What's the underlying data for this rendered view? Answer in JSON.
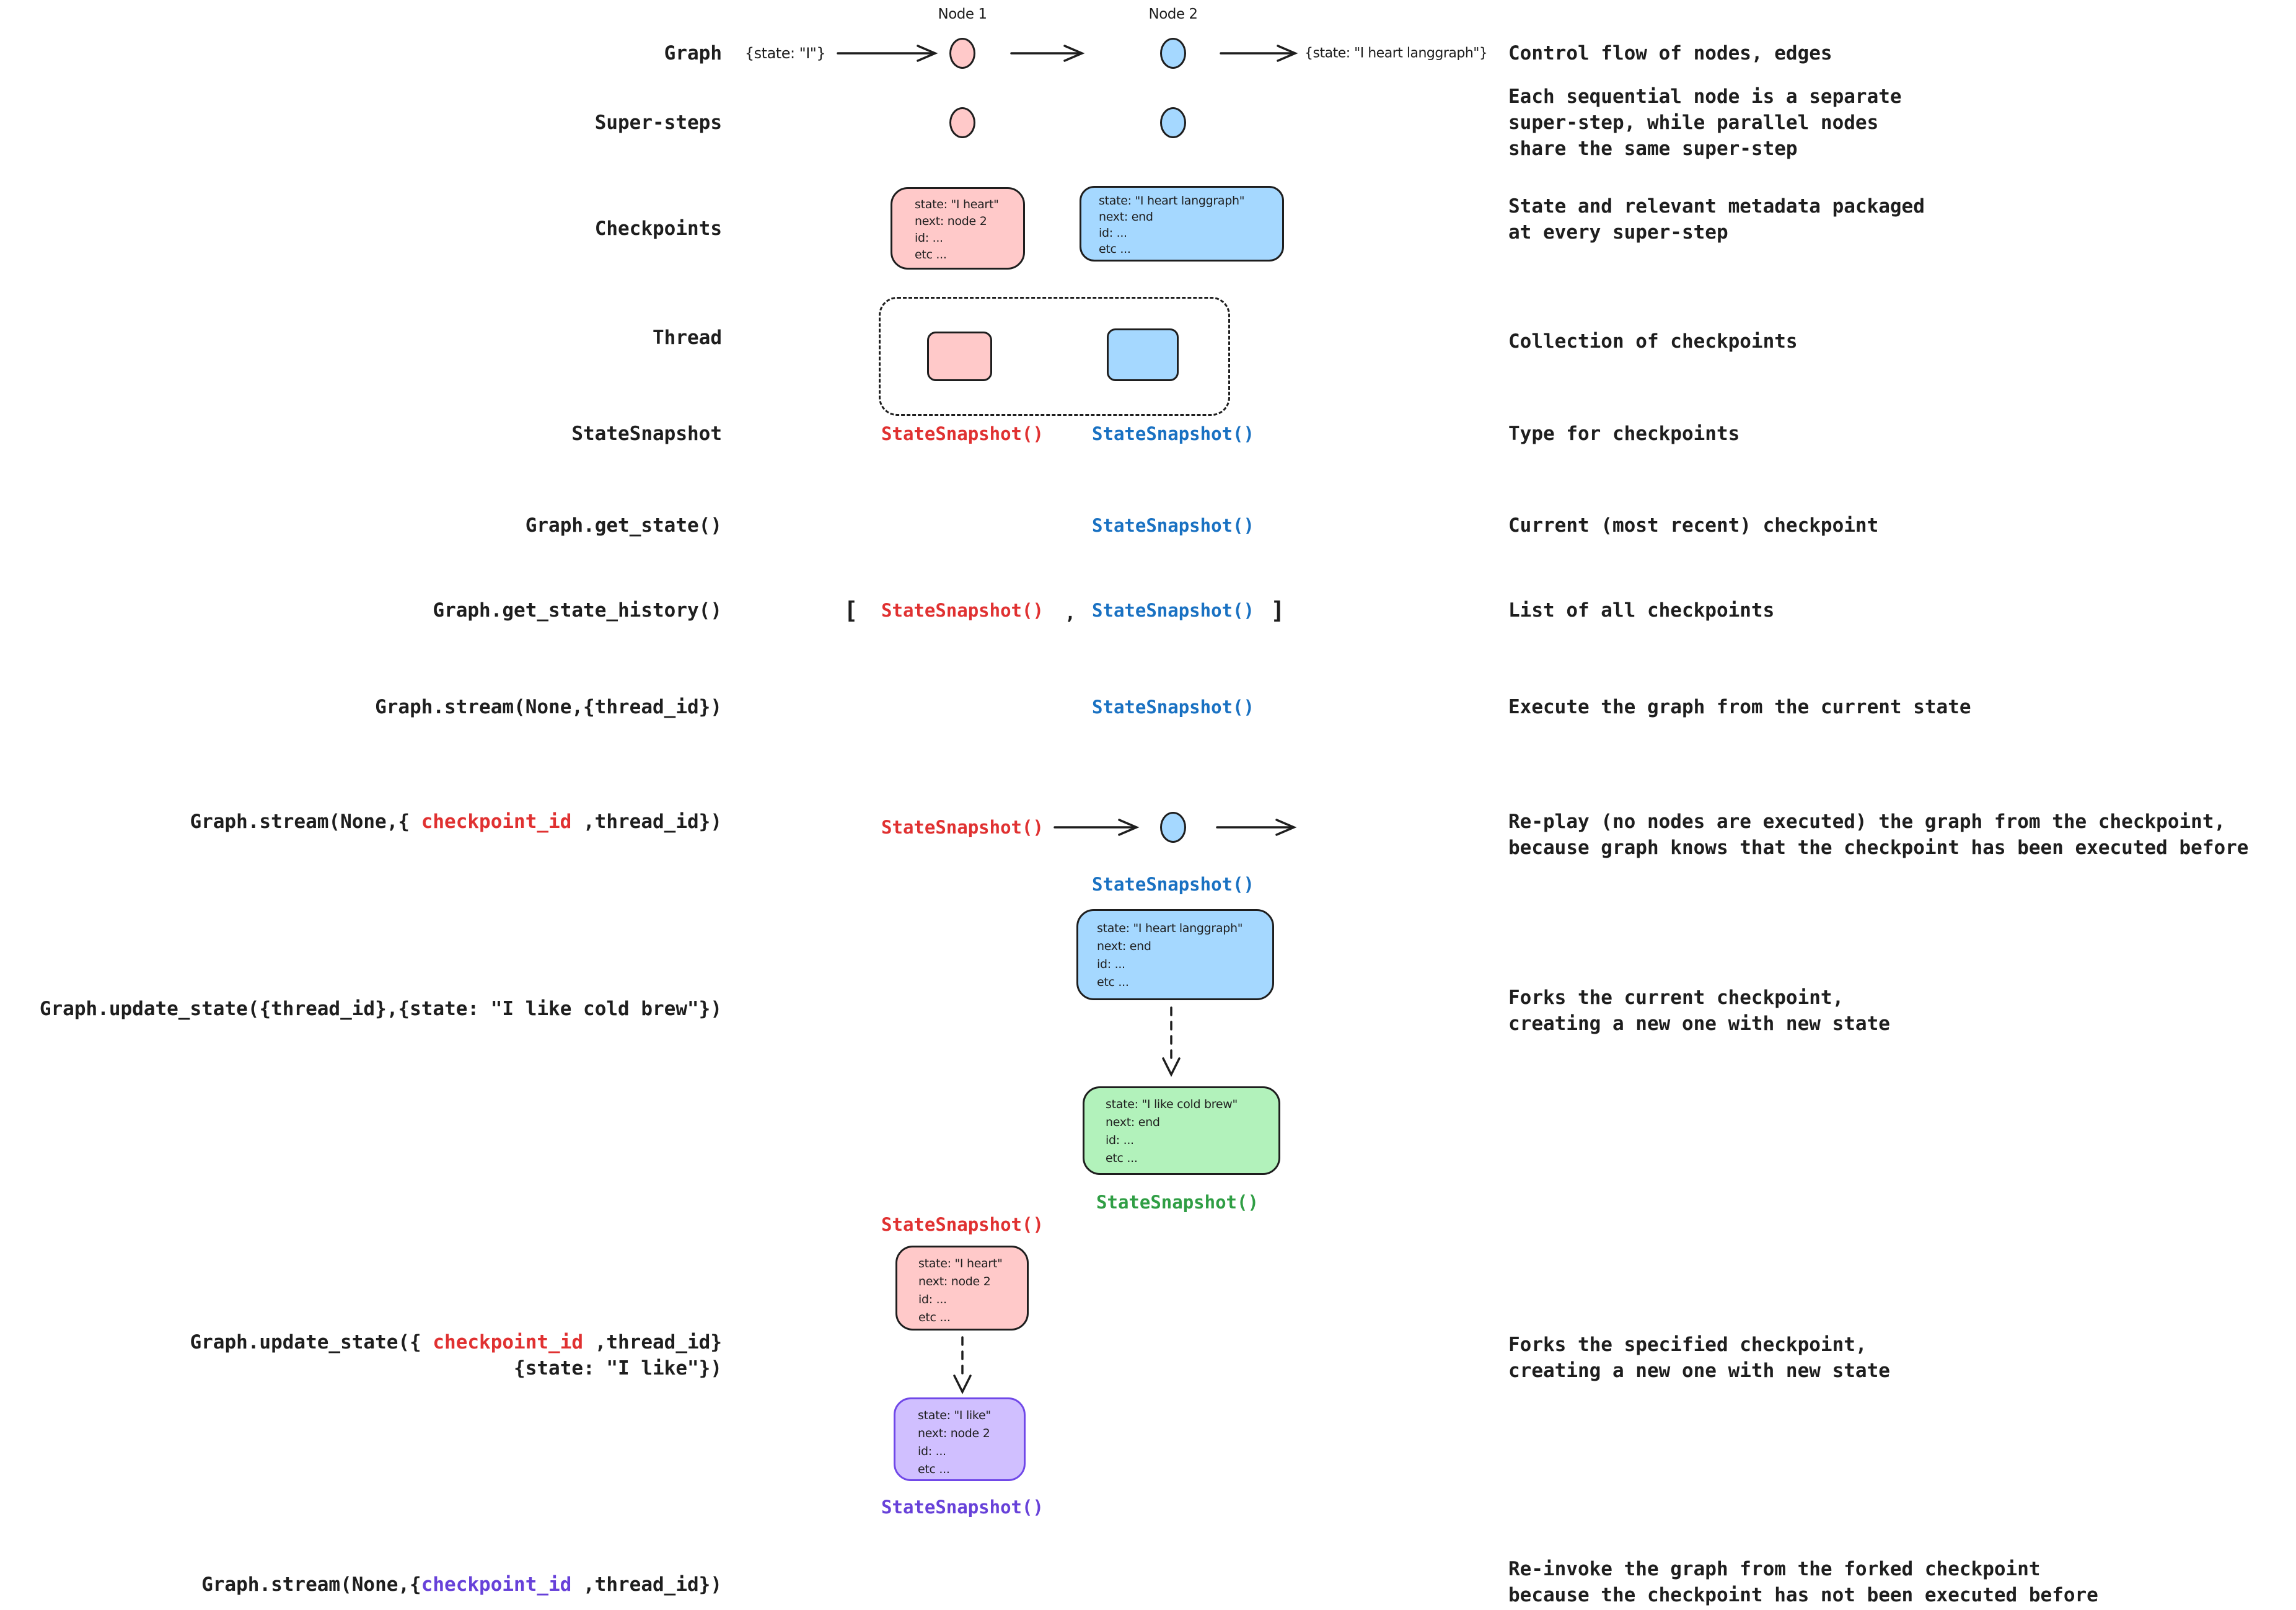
{
  "colors": {
    "ink": "#1e1e1e",
    "red": "#e03131",
    "blue": "#1971c2",
    "green": "#2f9e44",
    "purple": "#6741d9",
    "purple_border": "#7048e8",
    "pink_fill": "#ffc9c9",
    "blue_fill": "#a5d8ff",
    "green_fill": "#b2f2bb",
    "purple_fill": "#d0bfff"
  },
  "snapshot_text": "StateSnapshot()",
  "graph_row": {
    "label": "Graph",
    "node1_label": "Node 1",
    "node2_label": "Node 2",
    "input_state": "{state: \"I\"}",
    "output_state": "{state: \"I heart langgraph\"}",
    "description": "Control flow of nodes, edges"
  },
  "super_steps_row": {
    "label": "Super-steps",
    "description_lines": [
      "Each sequential node is a separate",
      "super-step, while parallel nodes",
      "share the same super-step"
    ]
  },
  "checkpoints_row": {
    "label": "Checkpoints",
    "pink_box_lines": [
      "state: \"I heart\"",
      "next: node 2",
      "id: ...",
      "etc ..."
    ],
    "blue_box_lines": [
      "state: \"I heart langgraph\"",
      "next: end",
      "id: ...",
      "etc ..."
    ],
    "description_lines": [
      "State and relevant metadata packaged",
      "at every super-step"
    ]
  },
  "thread_row": {
    "label": "Thread",
    "description": "Collection of checkpoints"
  },
  "state_snapshot_row": {
    "label": "StateSnapshot",
    "description": "Type for checkpoints"
  },
  "get_state_row": {
    "label": "Graph.get_state()",
    "description": "Current (most recent) checkpoint"
  },
  "get_state_history_row": {
    "label": "Graph.get_state_history()",
    "bracket_open": "[",
    "comma": ",",
    "bracket_close": "]",
    "description": "List of all checkpoints"
  },
  "stream_row": {
    "label": "Graph.stream(None,{thread_id})",
    "description": "Execute the graph from the current state"
  },
  "replay_row": {
    "label_parts": [
      "Graph.stream(None,{ ",
      "checkpoint_id",
      " ,thread_id})"
    ],
    "description_lines": [
      "Re-play (no nodes are executed) the graph from the checkpoint,",
      "because graph knows that the checkpoint has been executed before"
    ]
  },
  "fork_current_row": {
    "label": "Graph.update_state({thread_id},{state: \"I like cold brew\"})",
    "blue_box_lines": [
      "state: \"I heart langgraph\"",
      "next: end",
      "id: ...",
      "etc ..."
    ],
    "green_box_lines": [
      "state: \"I like cold brew\"",
      "next: end",
      "id: ...",
      "etc ..."
    ],
    "description_lines": [
      "Forks the current checkpoint,",
      "creating a new one with new state"
    ]
  },
  "fork_specified_row": {
    "label_line1_parts": [
      "Graph.update_state({ ",
      "checkpoint_id",
      " ,thread_id}"
    ],
    "label_line2": "{state: \"I like\"})",
    "pink_box_lines": [
      "state: \"I heart\"",
      "next: node 2",
      "id: ...",
      "etc ..."
    ],
    "purple_box_lines": [
      "state: \"I like\"",
      "next: node 2",
      "id: ...",
      "etc ..."
    ],
    "description_lines": [
      "Forks the specified checkpoint,",
      "creating a new one with new state"
    ]
  },
  "reinvoke_row": {
    "label_parts": [
      "Graph.stream(None,{",
      "checkpoint_id",
      "  ,thread_id})"
    ],
    "description_lines": [
      "Re-invoke the graph from the forked checkpoint",
      "because the checkpoint has not been executed before"
    ]
  }
}
